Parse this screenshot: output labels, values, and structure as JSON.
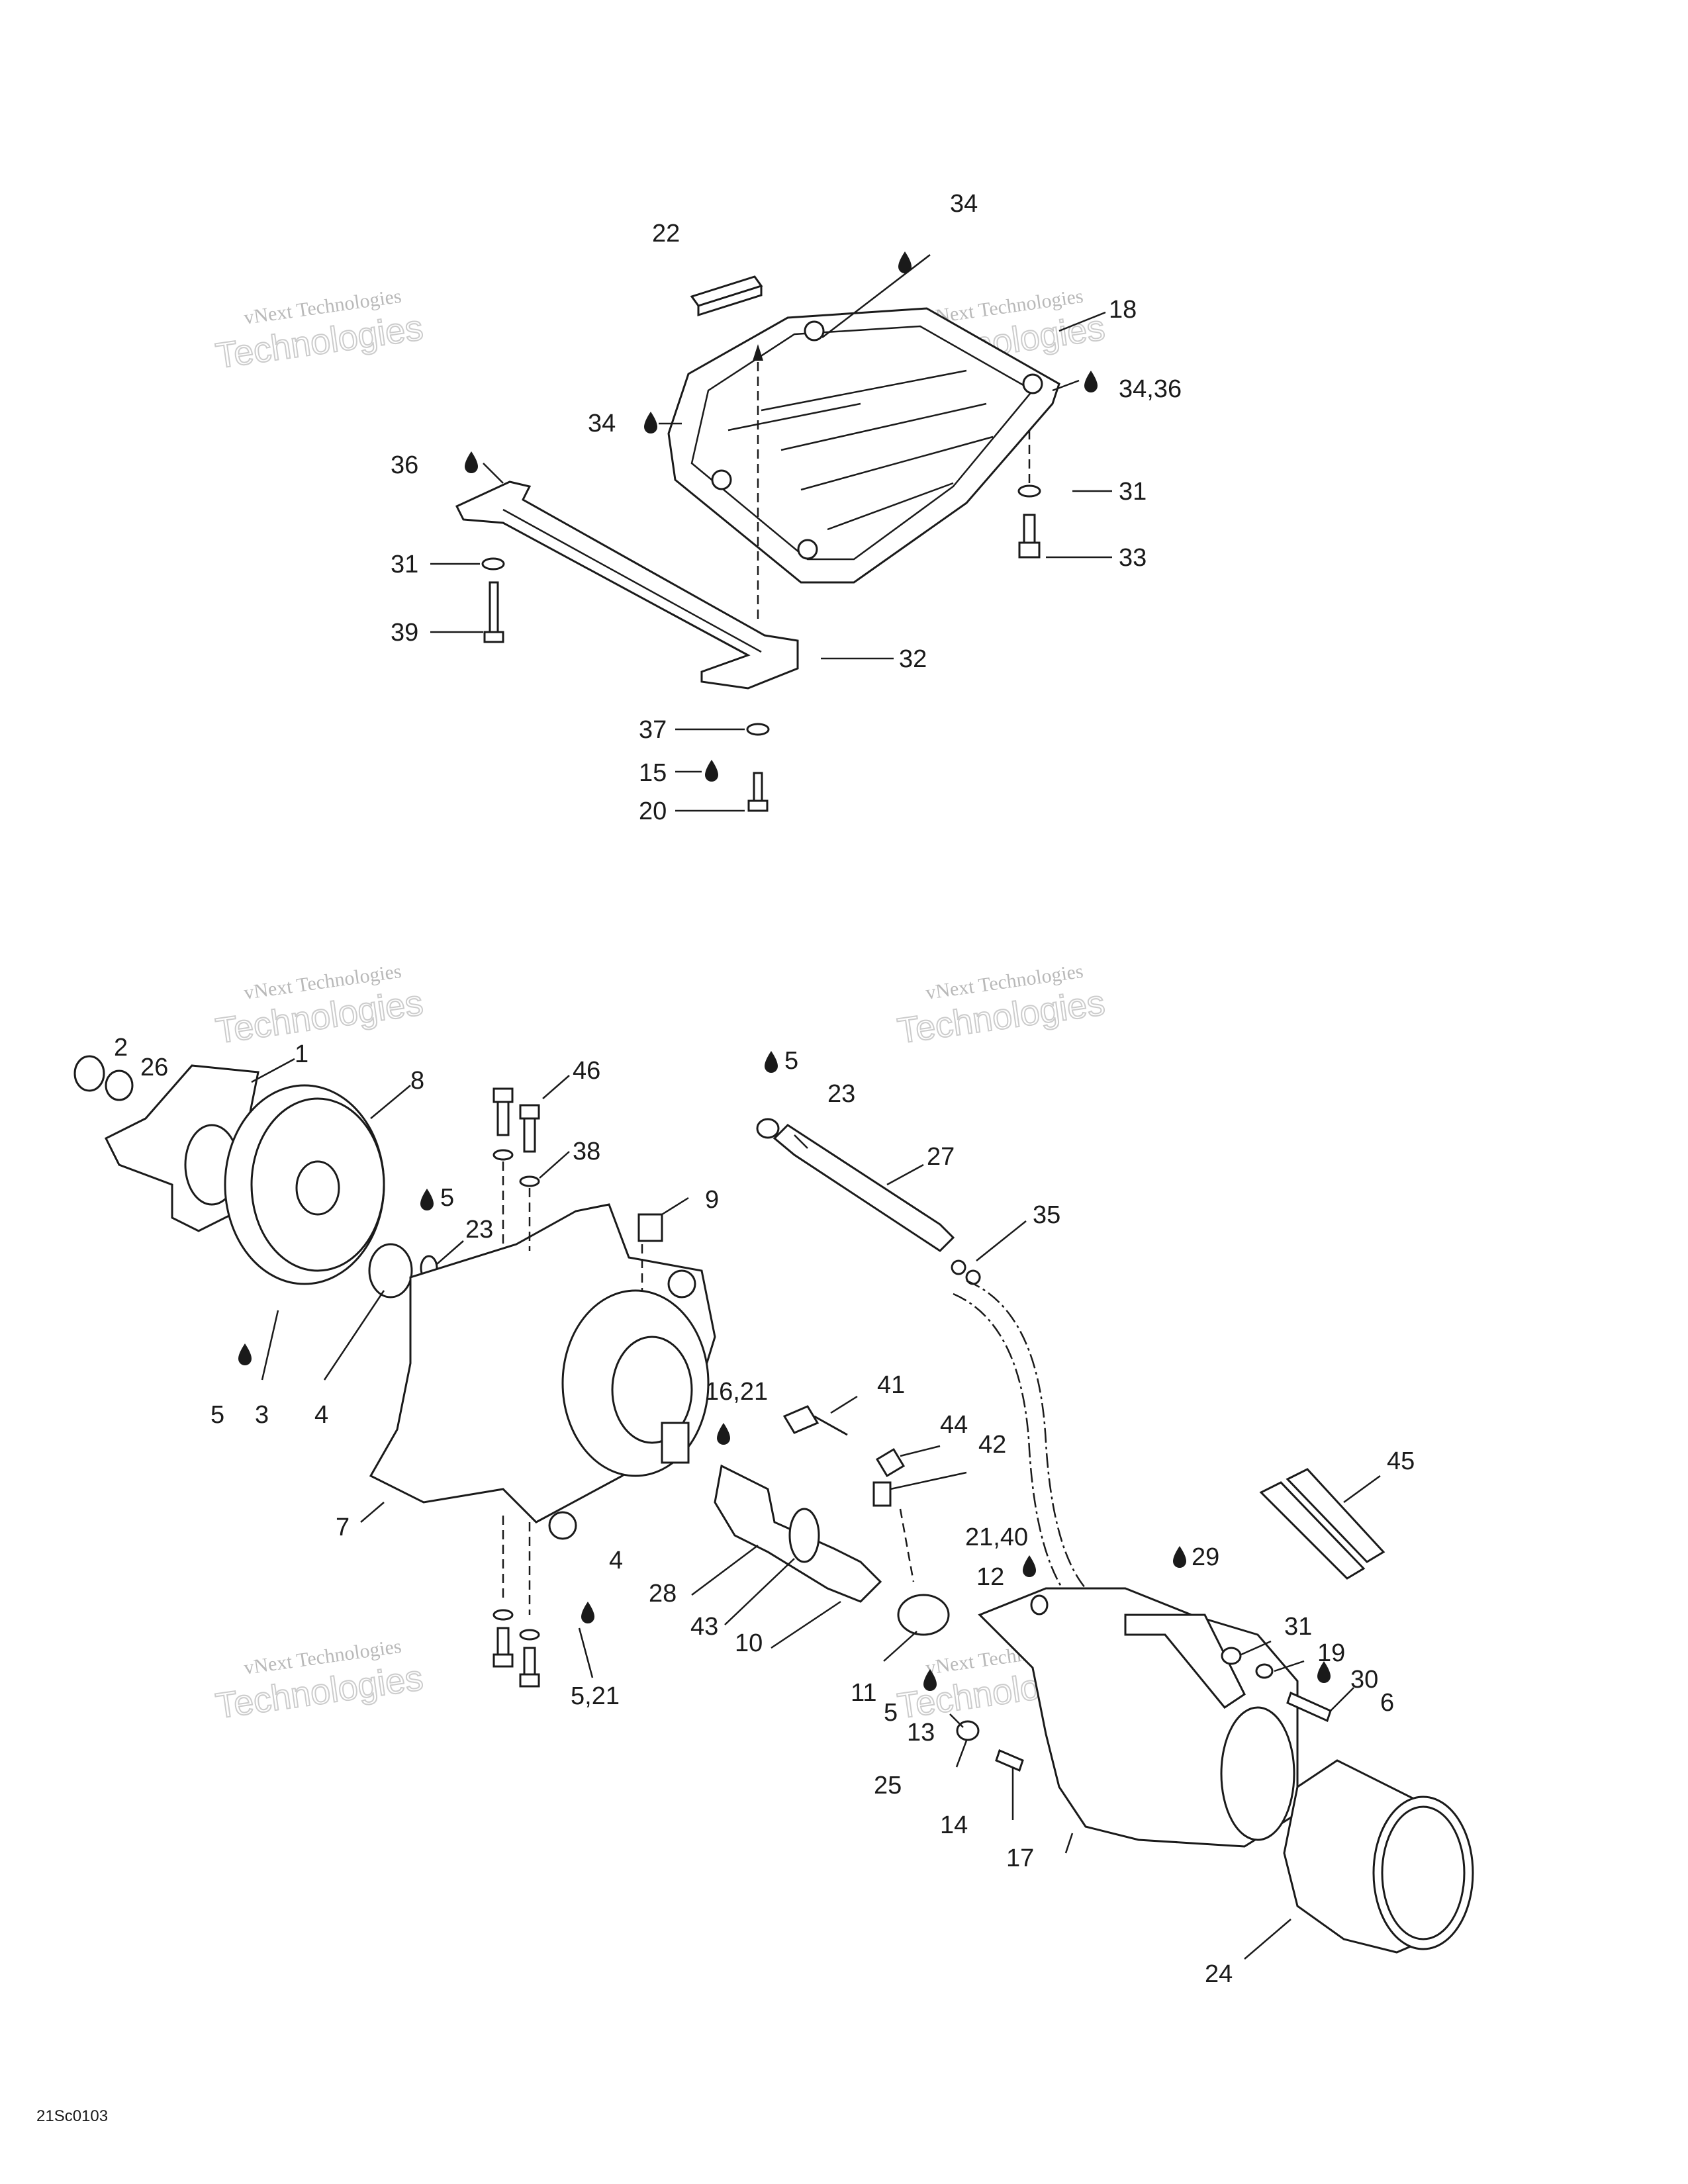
{
  "drawing_code": "21Sc0103",
  "watermark": {
    "line1": "vNext Technologies",
    "line2": "Technologies"
  },
  "callouts": {
    "c1": "1",
    "c2": "2",
    "c26": "26",
    "c8": "8",
    "c46": "46",
    "c38": "38",
    "c5a": "5",
    "c5b": "5",
    "c5c": "5",
    "c5d": "5",
    "c9": "9",
    "c23a": "23",
    "c23b": "23",
    "c27": "27",
    "c35": "35",
    "c3": "3",
    "c4a": "4",
    "c4b": "4",
    "c7": "7",
    "c16_21": "16,21",
    "c41": "41",
    "c44": "44",
    "c42": "42",
    "c45": "45",
    "c21_40": "21,40",
    "c12": "12",
    "c29": "29",
    "c28": "28",
    "c43": "43",
    "c10": "10",
    "c5_21": "5,21",
    "c11": "11",
    "c13": "13",
    "c31b": "31",
    "c19": "19",
    "c30": "30",
    "c6": "6",
    "c25": "25",
    "c14": "14",
    "c17": "17",
    "c24": "24",
    "c22": "22",
    "c34a": "34",
    "c18": "18",
    "c34b": "34",
    "c34_36": "34,36",
    "c36": "36",
    "c31a": "31",
    "c31c": "31",
    "c33": "33",
    "c39": "39",
    "c32": "32",
    "c37": "37",
    "c15": "15",
    "c20": "20"
  }
}
